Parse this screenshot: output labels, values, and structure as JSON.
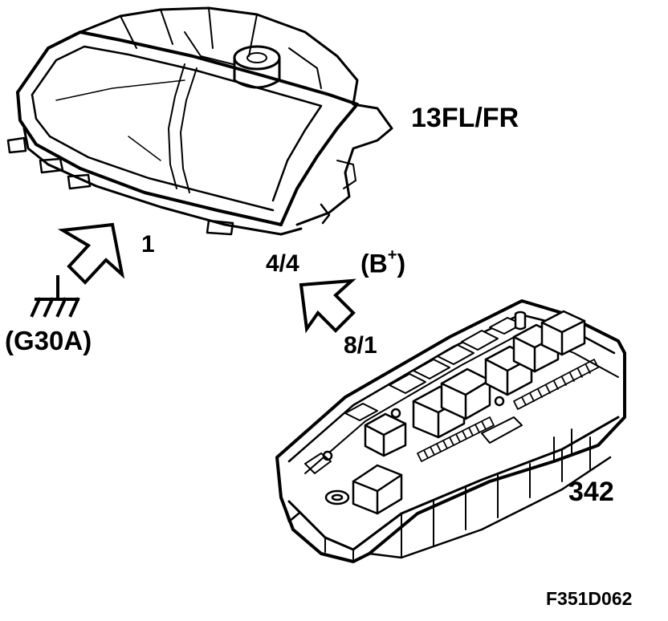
{
  "labels": {
    "headlamp": "13FL/FR",
    "pin_1": "1",
    "pin_4_4": "4/4",
    "b_plus_open": "(B",
    "b_plus_sup": "+",
    "b_plus_close": ")",
    "ground": "(G30A)",
    "pin_8_1": "8/1",
    "fuse_box": "342",
    "figure_id": "F351D062"
  },
  "colors": {
    "line": "#000000",
    "background": "#ffffff"
  }
}
